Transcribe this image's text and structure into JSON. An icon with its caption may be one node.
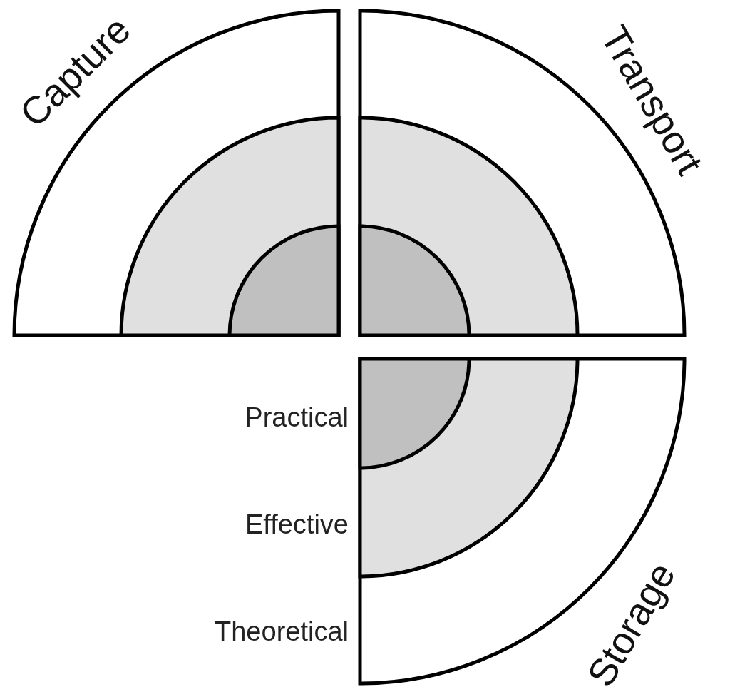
{
  "diagram": {
    "nodes": [
      {
        "text": [
          "Capture"
        ]
      },
      {
        "text": [],
        "shape": "sector",
        "in": 0
      },
      {
        "text": [],
        "shape": "sector",
        "in": 1
      },
      {
        "text": [
          "Transport"
        ]
      },
      {
        "text": [],
        "shape": "sector",
        "in": 3
      },
      {
        "text": [],
        "shape": "sector",
        "in": 4
      },
      {
        "text": [
          "Storage"
        ],
        "beside": [
          "Theoretical"
        ]
      },
      {
        "text": [],
        "shape": "sector",
        "in": 6,
        "beside": [
          "Effective"
        ]
      },
      {
        "text": [],
        "shape": "sector",
        "in": 7,
        "beside": [
          "Practical"
        ]
      }
    ],
    "edges": []
  }
}
